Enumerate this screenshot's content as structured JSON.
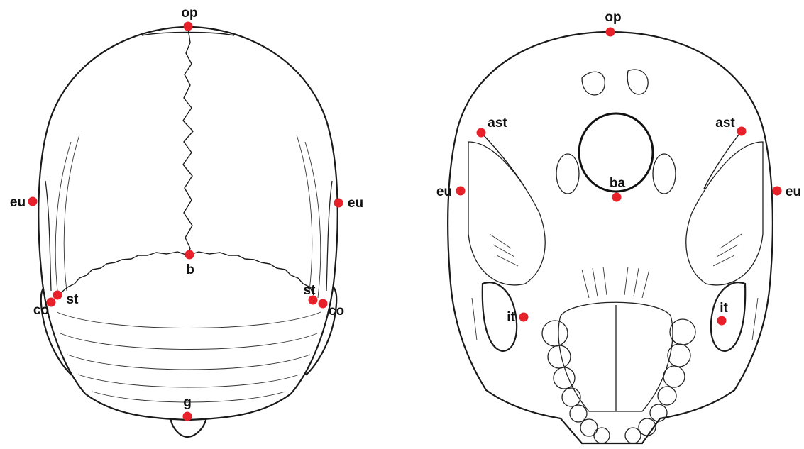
{
  "colors": {
    "landmark": "#e8202a",
    "ink": "#1a1a1a",
    "background": "#ffffff"
  },
  "views": [
    {
      "view": "superior",
      "landmarks": [
        {
          "label": "op"
        },
        {
          "label": "eu"
        },
        {
          "label": "eu"
        },
        {
          "label": "b"
        },
        {
          "label": "st"
        },
        {
          "label": "co"
        },
        {
          "label": "st"
        },
        {
          "label": "co"
        },
        {
          "label": "g"
        }
      ]
    },
    {
      "view": "inferior",
      "landmarks": [
        {
          "label": "op"
        },
        {
          "label": "ast"
        },
        {
          "label": "ast"
        },
        {
          "label": "eu"
        },
        {
          "label": "ba"
        },
        {
          "label": "eu"
        },
        {
          "label": "it"
        },
        {
          "label": "it"
        }
      ]
    }
  ]
}
